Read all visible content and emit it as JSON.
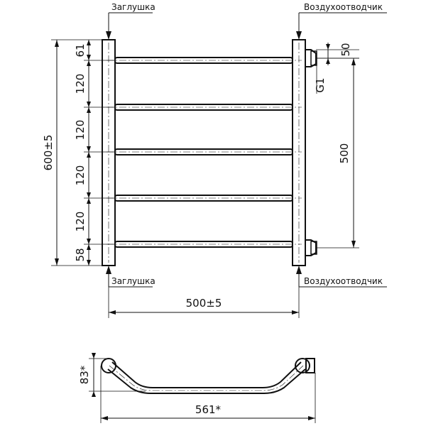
{
  "labels": {
    "plug_top": "Заглушка",
    "plug_bottom": "Заглушка",
    "vent_top": "Воздухоотводчик",
    "vent_bottom": "Воздухоотводчик"
  },
  "dimensions": {
    "total_height": "600±5",
    "spacing_top": "61",
    "spacing_1": "120",
    "spacing_2": "120",
    "spacing_3": "120",
    "spacing_4": "120",
    "spacing_bottom": "58",
    "center_distance": "500",
    "fitting_offset": "50",
    "thread": "G1",
    "width": "500±5",
    "depth": "83*",
    "total_width": "561*"
  }
}
